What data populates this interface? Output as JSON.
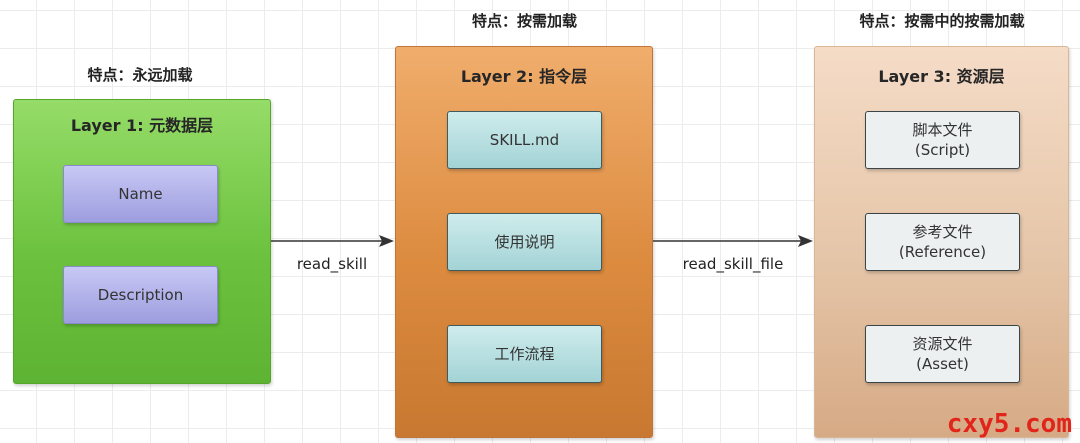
{
  "layers": [
    {
      "caption": "特点：永远加载",
      "title": "Layer 1: 元数据层",
      "items": [
        {
          "lines": [
            "Name"
          ]
        },
        {
          "lines": [
            "Description"
          ]
        }
      ],
      "color": "#7ed348"
    },
    {
      "caption": "特点：按需加载",
      "title": "Layer 2: 指令层",
      "items": [
        {
          "lines": [
            "SKILL.md"
          ]
        },
        {
          "lines": [
            "使用说明"
          ]
        },
        {
          "lines": [
            "工作流程"
          ]
        }
      ],
      "color": "#e08c3e"
    },
    {
      "caption": "特点：按需中的按需加载",
      "title": "Layer 3: 资源层",
      "items": [
        {
          "lines": [
            "脚本文件",
            "(Script)"
          ]
        },
        {
          "lines": [
            "参考文件",
            "(Reference)"
          ]
        },
        {
          "lines": [
            "资源文件",
            "(Asset)"
          ]
        }
      ],
      "color": "#e3c2a5"
    }
  ],
  "edges": [
    {
      "from": "Layer 1: 元数据层",
      "to": "Layer 2: 指令层",
      "label": "read_skill"
    },
    {
      "from": "Layer 2: 指令层",
      "to": "Layer 3: 资源层",
      "label": "read_skill_file"
    }
  ],
  "watermark": "cxy5.com"
}
